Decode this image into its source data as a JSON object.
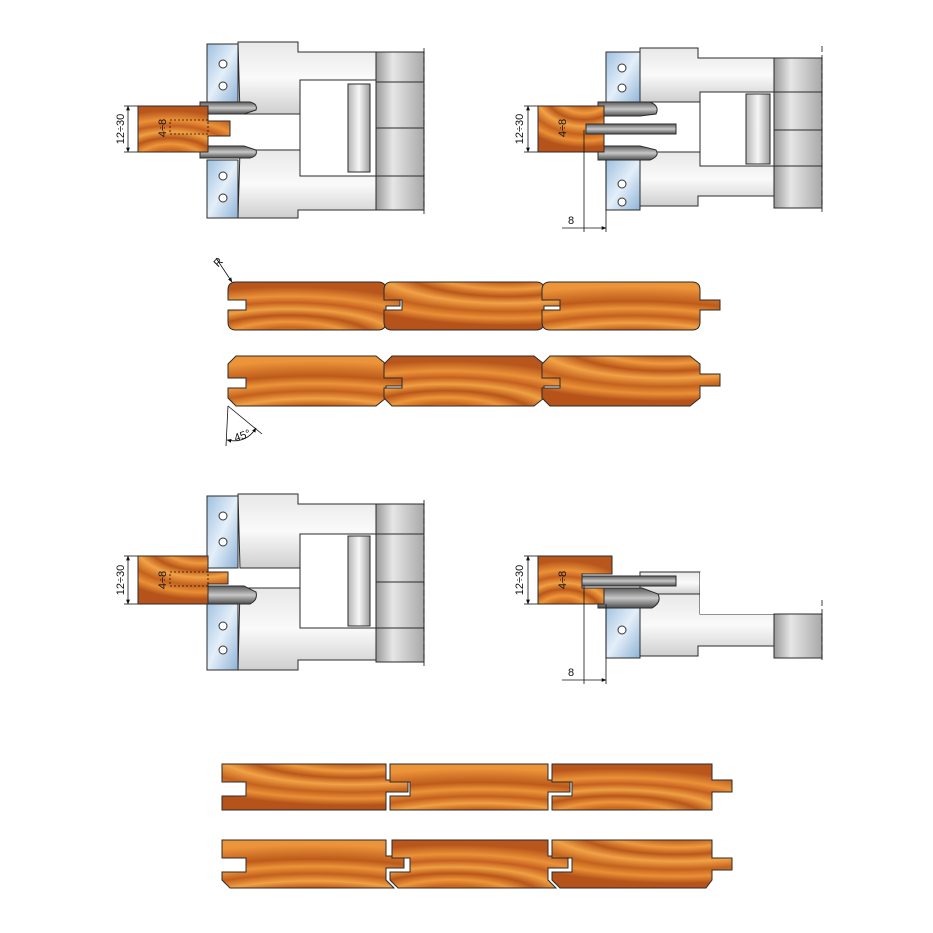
{
  "labels": {
    "thickness": "12÷30",
    "depth": "4÷8",
    "offset": "8",
    "radius": "R",
    "angle": "45°"
  },
  "colors": {
    "wood_base": "#c8641c",
    "wood_light": "#f09a3c",
    "wood_dark": "#9e4310",
    "steel_light": "#f2f2f2",
    "steel_mid": "#c8c8c8",
    "steel_dark": "#8a8a8a",
    "insert_blue": "#b8d2ea",
    "insert_gray": "#6a6a6a"
  }
}
